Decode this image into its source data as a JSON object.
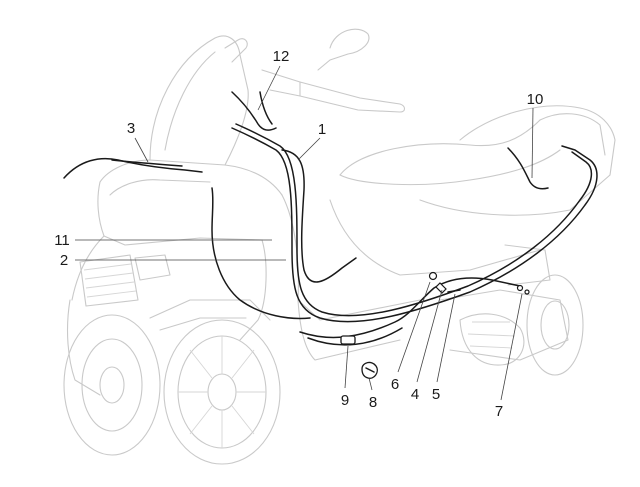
{
  "callouts": [
    {
      "id": "c1",
      "text": "1"
    },
    {
      "id": "c2",
      "text": "2"
    },
    {
      "id": "c3",
      "text": "3"
    },
    {
      "id": "c4",
      "text": "4"
    },
    {
      "id": "c5",
      "text": "5"
    },
    {
      "id": "c6",
      "text": "6"
    },
    {
      "id": "c7",
      "text": "7"
    },
    {
      "id": "c8",
      "text": "8"
    },
    {
      "id": "c9",
      "text": "9"
    },
    {
      "id": "c10",
      "text": "10"
    },
    {
      "id": "c11",
      "text": "11"
    },
    {
      "id": "c12",
      "text": "12"
    }
  ],
  "colors": {
    "background": "#ffffff",
    "outline": "#c9c9c9",
    "cable": "#1a1a1a",
    "label": "#1a1a1a"
  }
}
